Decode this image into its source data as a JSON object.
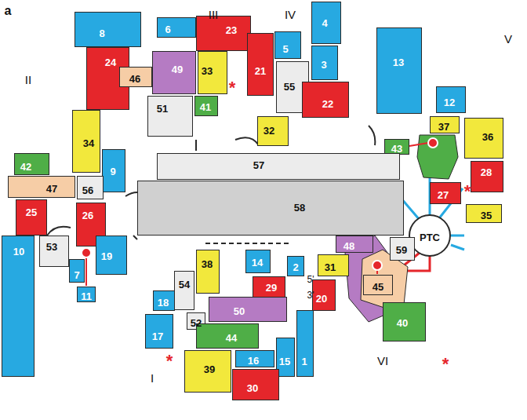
{
  "diagram": {
    "nodes": [
      {
        "text": [
          "8"
        ]
      },
      {
        "text": [
          "24"
        ]
      },
      {
        "text": [
          "34"
        ]
      },
      {
        "text": [
          "9"
        ]
      },
      {
        "text": [
          "42"
        ]
      },
      {
        "text": [
          "47"
        ]
      },
      {
        "text": [
          "25"
        ]
      },
      {
        "text": [
          "10"
        ]
      },
      {
        "text": [
          "56"
        ]
      },
      {
        "text": [
          "26"
        ]
      },
      {
        "text": [
          "53"
        ]
      },
      {
        "text": [
          "7"
        ]
      },
      {
        "text": [
          "19"
        ]
      },
      {
        "text": [
          "11"
        ]
      },
      {
        "text": [
          "6"
        ]
      },
      {
        "text": [
          "23"
        ]
      },
      {
        "text": [
          "46"
        ]
      },
      {
        "text": [
          "49"
        ]
      },
      {
        "text": [
          "33"
        ]
      },
      {
        "text": [
          "41"
        ]
      },
      {
        "text": [
          "51"
        ]
      },
      {
        "text": [
          "21"
        ]
      },
      {
        "text": [
          "5"
        ]
      },
      {
        "text": [
          "55"
        ]
      },
      {
        "text": [
          "4"
        ]
      },
      {
        "text": [
          "3"
        ]
      },
      {
        "text": [
          "22"
        ]
      },
      {
        "text": [
          "32"
        ]
      },
      {
        "text": [
          "13"
        ]
      },
      {
        "text": [
          "12"
        ]
      },
      {
        "text": [
          "37"
        ]
      },
      {
        "text": [
          "36"
        ]
      },
      {
        "text": [
          "43"
        ]
      },
      {
        "text": [
          "28"
        ]
      },
      {
        "text": [
          "27"
        ]
      },
      {
        "text": [
          "35"
        ]
      },
      {
        "text": [
          "PTC"
        ]
      },
      {
        "text": [
          "57"
        ]
      },
      {
        "text": [
          "58"
        ]
      },
      {
        "text": [
          "59"
        ]
      },
      {
        "text": [
          "38"
        ]
      },
      {
        "text": [
          "14"
        ]
      },
      {
        "text": [
          "2"
        ]
      },
      {
        "text": [
          "29"
        ]
      },
      {
        "text": [
          "31"
        ]
      },
      {
        "text": [
          "20"
        ]
      },
      {
        "text": [
          "48"
        ]
      },
      {
        "text": [
          "1"
        ]
      },
      {
        "text": [
          "54"
        ]
      },
      {
        "text": [
          "52"
        ]
      },
      {
        "text": [
          "18"
        ]
      },
      {
        "text": [
          "17"
        ]
      },
      {
        "text": [
          "50"
        ]
      },
      {
        "text": [
          "44"
        ]
      },
      {
        "text": [
          "39"
        ]
      },
      {
        "text": [
          "16"
        ]
      },
      {
        "text": [
          "15"
        ]
      },
      {
        "text": [
          "30"
        ]
      },
      {
        "text": [
          "45"
        ]
      },
      {
        "text": [
          "40"
        ]
      }
    ],
    "labels": [
      "a",
      "III",
      "IV",
      "II",
      "*",
      "V",
      "*",
      "5'",
      "3'",
      "*",
      "I",
      "VI",
      "*"
    ]
  }
}
